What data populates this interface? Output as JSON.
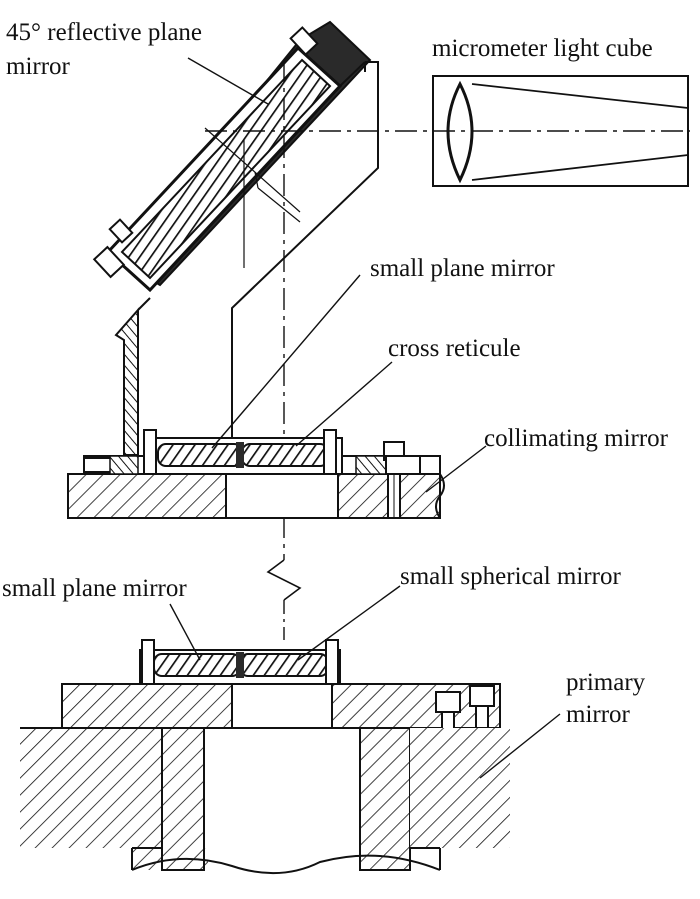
{
  "labels": {
    "reflective_mirror_line1": "45° reflective plane",
    "reflective_mirror_line2": "mirror",
    "light_cube": "micrometer light cube",
    "small_plane_mirror_top": "small plane mirror",
    "cross_reticule": "cross reticule",
    "collimating_mirror": "collimating mirror",
    "small_plane_mirror_bottom": "small plane mirror",
    "small_spherical_mirror": "small spherical mirror",
    "primary_mirror_line1": "primary",
    "primary_mirror_line2": "mirror"
  },
  "colors": {
    "ink": "#111111",
    "paper": "#ffffff",
    "part_fill": "#2a2a2a"
  }
}
